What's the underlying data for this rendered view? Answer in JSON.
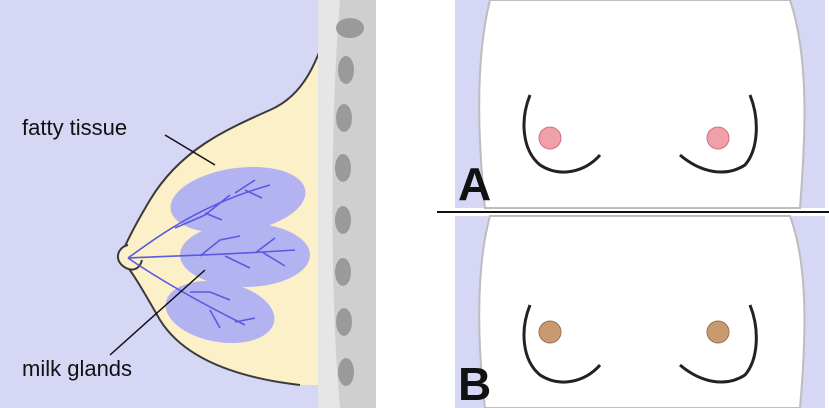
{
  "left_panel": {
    "labels": {
      "fatty_tissue": "fatty tissue",
      "milk_glands": "milk glands"
    },
    "colors": {
      "background": "#d6d6f5",
      "fatty_tissue": "#fbf0c8",
      "gland_lobes": "#b3b3f2",
      "ducts": "#5a5ae0",
      "chest_wall": "#cfcfcf",
      "ribs": "#9a9a9a"
    }
  },
  "right_panel": {
    "panel_a": {
      "label": "A",
      "areola_color": "#f0a0a8"
    },
    "panel_b": {
      "label": "B",
      "areola_color": "#c99a70"
    },
    "colors": {
      "side_background": "#d6d6f5",
      "skin": "#ffffff",
      "outline": "#222222",
      "divider": "#111111"
    }
  }
}
